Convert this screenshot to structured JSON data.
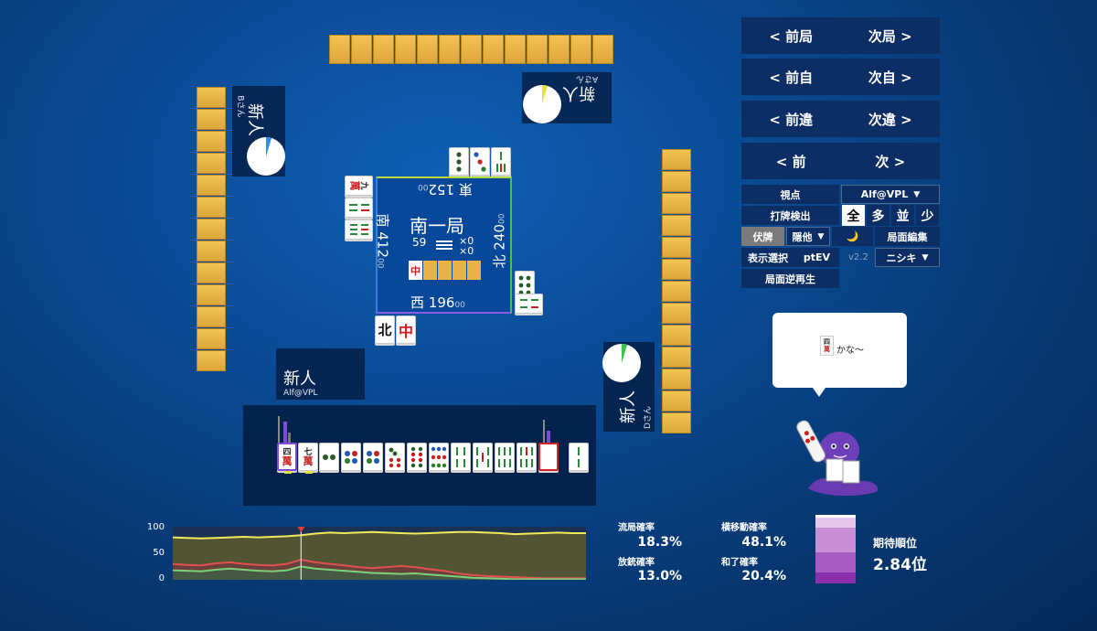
{
  "players": {
    "top": {
      "name": "新人",
      "sub": "Aさん"
    },
    "left": {
      "name": "新人",
      "sub": "Bさん"
    },
    "right": {
      "name": "新人",
      "sub": "Dさん"
    },
    "self": {
      "name": "新人",
      "sub": "Alf@VPL"
    }
  },
  "board": {
    "round": "南一局",
    "remaining": "59",
    "honba": "×0",
    "riichi": "×0",
    "scores": {
      "east": {
        "label": "東",
        "score": "152",
        "unit": "00"
      },
      "south": {
        "label": "南",
        "score": "412",
        "unit": "00"
      },
      "west": {
        "label": "西",
        "score": "196",
        "unit": "00"
      },
      "north": {
        "label": "北",
        "score": "240",
        "unit": "00"
      }
    },
    "dora_indicator": "中"
  },
  "tiles": {
    "man_label": "萬",
    "hand_man": [
      "四",
      "七"
    ],
    "left_discards_man": "九",
    "bottom_discards": [
      "北",
      "中"
    ],
    "bubble_tile": "四"
  },
  "controls": {
    "prev_round": "< 前局",
    "next_round": "次局 >",
    "prev_self": "< 前自",
    "next_self": "次自 >",
    "prev_diff": "< 前違",
    "next_diff": "次違 >",
    "prev": "< 前",
    "next": "次 >",
    "viewpoint_label": "視点",
    "viewpoint_value": "Alf@VPL",
    "detect_label": "打牌検出",
    "filters": [
      "全",
      "多",
      "並",
      "少"
    ],
    "hide_label": "伏牌",
    "hide_value": "隠他",
    "moon_icon": "🌙",
    "edit_label": "局面編集",
    "display_label": "表示選択",
    "display_value": "ptEV",
    "version": "v2.2",
    "model_value": "ニシキ",
    "reverse_label": "局面逆再生"
  },
  "bubble": {
    "text": "かな～"
  },
  "stats": {
    "ryukyoku_label": "流局確率",
    "ryukyoku_value": "18.3%",
    "yokoidou_label": "横移動確率",
    "yokoidou_value": "48.1%",
    "houju_label": "放銃確率",
    "houju_value": "13.0%",
    "agari_label": "和了確率",
    "agari_value": "20.4%",
    "expected_label": "期待順位",
    "expected_value": "2.84位"
  },
  "chart_data": {
    "type": "line",
    "title": "",
    "xlabel": "",
    "ylabel": "",
    "ylim": [
      0,
      100
    ],
    "y_ticks": [
      "100",
      "50",
      "0"
    ],
    "x": [
      0,
      1,
      2,
      3,
      4,
      5,
      6,
      7,
      8,
      9,
      10,
      11,
      12,
      13,
      14,
      15,
      16,
      17,
      18,
      19,
      20,
      21,
      22,
      23,
      24,
      25,
      26,
      27,
      28,
      29
    ],
    "series": [
      {
        "color": "#f1ea5a",
        "values": [
          80,
          79,
          78,
          79,
          80,
          81,
          80,
          81,
          82,
          84,
          87,
          89,
          88,
          89,
          90,
          89,
          88,
          87,
          88,
          89,
          90,
          90,
          89,
          88,
          86,
          87,
          88,
          89,
          88,
          88
        ]
      },
      {
        "color": "#e05050",
        "values": [
          30,
          28,
          27,
          31,
          33,
          30,
          28,
          27,
          30,
          38,
          33,
          30,
          27,
          24,
          22,
          24,
          26,
          24,
          20,
          17,
          12,
          9,
          7,
          6,
          5,
          4,
          3,
          3,
          3,
          3
        ]
      },
      {
        "color": "#7fcf7a",
        "values": [
          18,
          17,
          16,
          19,
          21,
          19,
          17,
          16,
          18,
          25,
          21,
          19,
          17,
          15,
          13,
          12,
          11,
          12,
          10,
          8,
          6,
          4,
          3,
          2,
          1,
          1,
          1,
          1,
          1,
          1
        ]
      }
    ],
    "marker_index": 9,
    "rank_bar": [
      0.18,
      0.36,
      0.3,
      0.16
    ],
    "colors": {
      "accent": "#0c2e64",
      "wall": "#e9b447",
      "rank": [
        "#e6c6ea",
        "#c98fd6",
        "#a85cc3",
        "#8b2fae"
      ]
    }
  }
}
